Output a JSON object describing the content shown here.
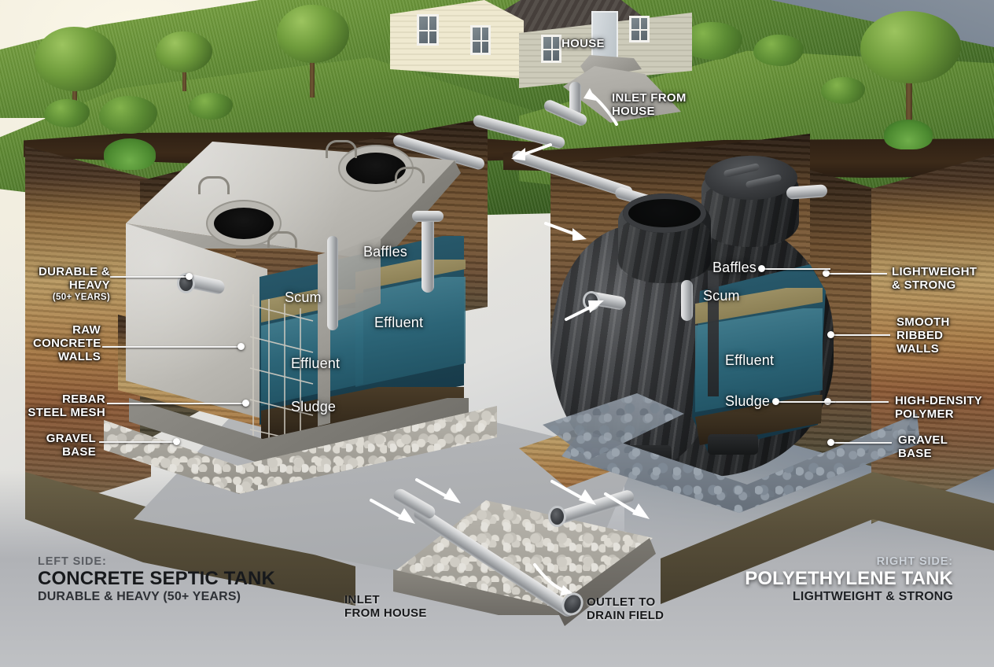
{
  "diagram": {
    "title": "Concrete vs Polyethylene Septic Tank Cutaway Comparison",
    "colors": {
      "grass": "#5f8a33",
      "topsoil": "#3c2a19",
      "subsoil_tan": "#b99a62",
      "clay": "#8d5a35",
      "concrete": "#c6c4be",
      "polyethylene": "#2b2d2f",
      "effluent": "#2f6b7e",
      "scum": "#8e8257",
      "sludge": "#372c1d",
      "gravel": "#b9b6ae",
      "pipe": "#cfd1d3",
      "label_text": "#ffffff",
      "caption_text": "#17191c"
    }
  },
  "scene_labels": {
    "house": "HOUSE",
    "inlet_from_house_top": "INLET FROM\nHOUSE",
    "inlet_from_house_top_line1": "INLET FROM",
    "inlet_from_house_top_line2": "HOUSE"
  },
  "left_tank": {
    "callouts": [
      {
        "id": "durable-heavy",
        "line1": "DURABLE &",
        "line2": "HEAVY",
        "sub": "(50+ YEARS)"
      },
      {
        "id": "raw-concrete-walls",
        "line1": "RAW",
        "line2": "CONCRETE",
        "line3": "WALLS"
      },
      {
        "id": "rebar-steel-mesh",
        "line1": "REBAR",
        "line2": "STEEL MESH"
      },
      {
        "id": "gravel-base",
        "line1": "GRAVEL",
        "line2": "BASE"
      }
    ],
    "interior": {
      "baffles": "Baffles",
      "scum": "Scum",
      "effluent_upper": "Effluent",
      "effluent_lower": "Effluent",
      "sludge": "Sludge"
    }
  },
  "right_tank": {
    "callouts": [
      {
        "id": "lightweight-strong",
        "line1": "LIGHTWEIGHT",
        "line2": "& STRONG"
      },
      {
        "id": "smooth-ribbed-walls",
        "line1": "SMOOTH",
        "line2": "RIBBED",
        "line3": "WALLS"
      },
      {
        "id": "high-density-polymer",
        "line1": "HIGH-DENSITY",
        "line2": "POLYMER"
      },
      {
        "id": "gravel-base",
        "line1": "GRAVEL",
        "line2": "BASE"
      }
    ],
    "interior": {
      "baffles": "Baffles",
      "scum": "Scum",
      "effluent": "Effluent",
      "sludge": "Sludge"
    }
  },
  "drain_field": {
    "inlet_line1": "INLET",
    "inlet_line2": "FROM HOUSE",
    "outlet_line1": "OUTLET TO",
    "outlet_line2": "DRAIN FIELD"
  },
  "captions": {
    "left": {
      "kicker": "LEFT SIDE:",
      "title": "CONCRETE SEPTIC TANK",
      "subtitle": "DURABLE & HEAVY (50+ YEARS)"
    },
    "right": {
      "kicker": "RIGHT SIDE:",
      "title": "POLYETHYLENE TANK",
      "subtitle": "LIGHTWEIGHT & STRONG"
    }
  }
}
